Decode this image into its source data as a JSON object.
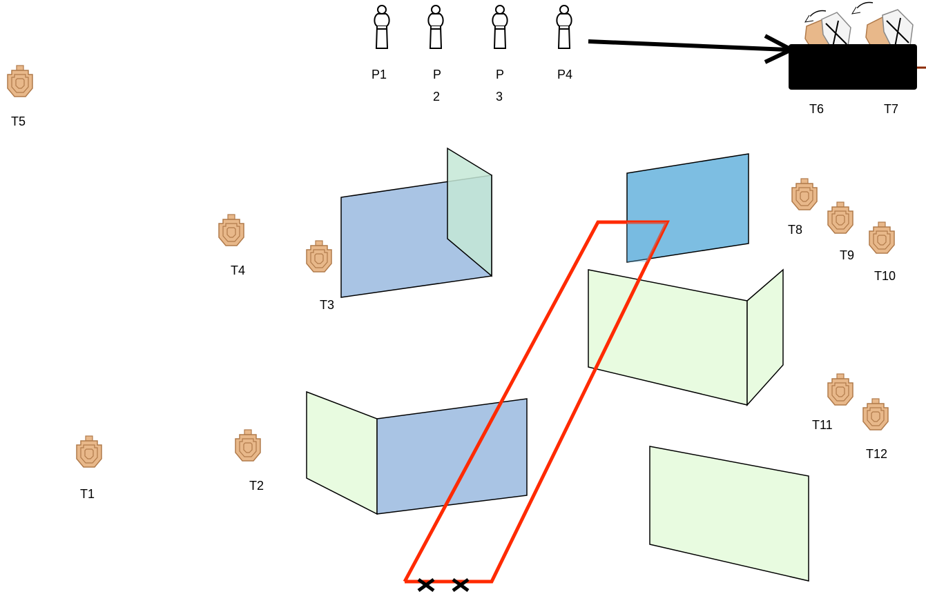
{
  "colors": {
    "target_fill": "#e8b88a",
    "target_stroke": "#b07a4a",
    "wall_blue": "#a9c4e4",
    "wall_blue_bright": "#6fb7df",
    "wall_green": "#e8fbe0",
    "wall_green_teal": "#c4e7d6",
    "fault_line": "#ff2a00",
    "arrow": "#000000"
  },
  "targets": [
    {
      "id": "t1",
      "label": "T1",
      "icon": "paper-target-icon"
    },
    {
      "id": "t2",
      "label": "T2",
      "icon": "paper-target-icon"
    },
    {
      "id": "t3",
      "label": "T3",
      "icon": "paper-target-icon"
    },
    {
      "id": "t4",
      "label": "T4",
      "icon": "paper-target-icon"
    },
    {
      "id": "t5",
      "label": "T5",
      "icon": "paper-target-icon"
    },
    {
      "id": "t6",
      "label": "T6",
      "icon": "swinging-target-icon"
    },
    {
      "id": "t7",
      "label": "T7",
      "icon": "swinging-target-icon"
    },
    {
      "id": "t8",
      "label": "T8",
      "icon": "paper-target-icon"
    },
    {
      "id": "t9",
      "label": "T9",
      "icon": "paper-target-icon"
    },
    {
      "id": "t10",
      "label": "T10",
      "icon": "paper-target-icon"
    },
    {
      "id": "t11",
      "label": "T11",
      "icon": "paper-target-icon"
    },
    {
      "id": "t12",
      "label": "T12",
      "icon": "paper-target-icon"
    }
  ],
  "poppers": [
    {
      "id": "p1",
      "label": "P1",
      "icon": "popper-icon"
    },
    {
      "id": "p2",
      "label_line1": "P",
      "label_line2": "2",
      "icon": "popper-icon"
    },
    {
      "id": "p3",
      "label_line1": "P",
      "label_line2": "3",
      "icon": "popper-icon"
    },
    {
      "id": "p4",
      "label": "P4",
      "icon": "popper-icon"
    }
  ],
  "start_marks": [
    "start-x-mark",
    "start-x-mark"
  ]
}
